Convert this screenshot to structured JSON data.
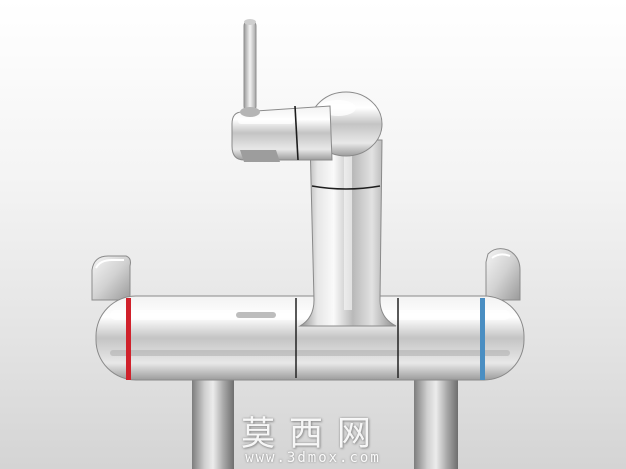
{
  "image": {
    "subject": "chrome-faucet-render",
    "colors": {
      "hot_ring": "#d0212b",
      "cold_ring": "#4a8ec2",
      "chrome_light": "#fafafa",
      "chrome_dark": "#8e8e8e"
    }
  },
  "watermark": {
    "chinese": "莫西网",
    "url": "www.3dmox.com"
  }
}
